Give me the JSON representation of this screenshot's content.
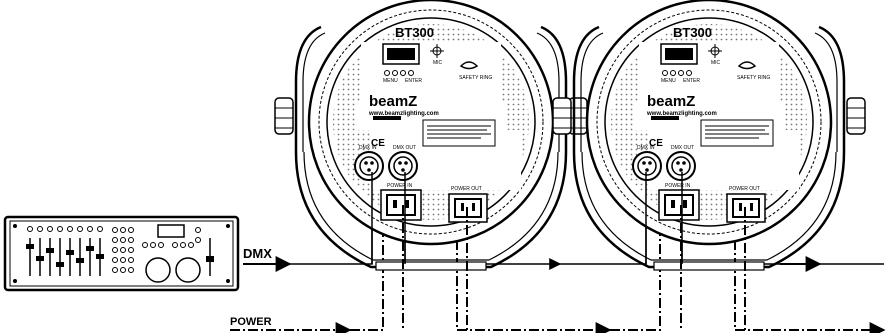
{
  "labels": {
    "dmx": "DMX",
    "power": "POWER"
  },
  "fixture": {
    "model": "BT300",
    "brand": "beamZ",
    "website": "www.beamzlighting.com",
    "menu": "MENU",
    "enter": "ENTER",
    "mic": "MIC",
    "safety_ring": "SAFETY RING",
    "dmx_in": "DMX IN",
    "dmx_out": "DMX OUT",
    "power_in": "POWER IN",
    "power_out": "POWER OUT",
    "ce_mark": "CE"
  },
  "colors": {
    "line": "#000000",
    "background": "#ffffff",
    "dots": "#555555"
  }
}
